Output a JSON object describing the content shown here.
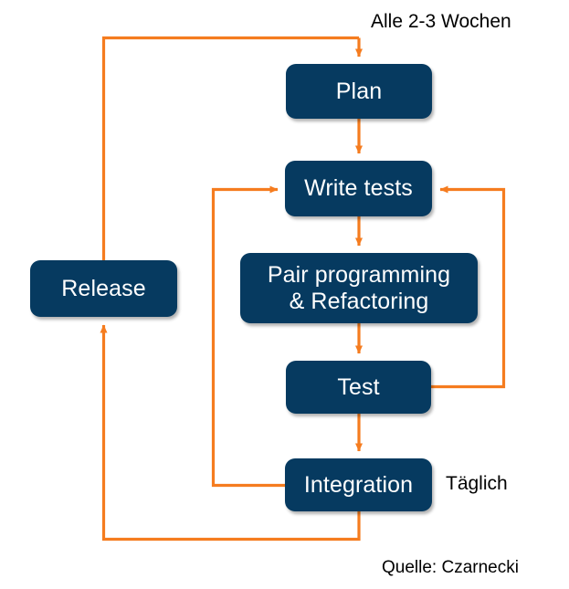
{
  "diagram": {
    "title_text": "Alle 2-3 Wochen",
    "colors": {
      "node_fill": "#063a60",
      "node_text": "#ffffff",
      "connector": "#f57c1f",
      "label_text": "#000000",
      "background": "#ffffff"
    },
    "nodes": [
      {
        "id": "plan",
        "label": "Plan"
      },
      {
        "id": "write_tests",
        "label": "Write tests"
      },
      {
        "id": "pair",
        "label": "Pair programming\n& Refactoring"
      },
      {
        "id": "test",
        "label": "Test"
      },
      {
        "id": "integration",
        "label": "Integration"
      },
      {
        "id": "release",
        "label": "Release"
      }
    ],
    "labels": [
      {
        "id": "cadence_iteration",
        "text": "Alle 2-3 Wochen"
      },
      {
        "id": "cadence_daily",
        "text": "Täglich"
      },
      {
        "id": "source",
        "text": "Quelle: Czarnecki"
      }
    ],
    "flows": [
      {
        "from": "release",
        "to": "plan",
        "kind": "arrow"
      },
      {
        "from": "plan",
        "to": "write_tests",
        "kind": "arrow"
      },
      {
        "from": "write_tests",
        "to": "pair",
        "kind": "arrow"
      },
      {
        "from": "pair",
        "to": "test",
        "kind": "arrow"
      },
      {
        "from": "test",
        "to": "write_tests",
        "kind": "arrow-right-loop"
      },
      {
        "from": "test",
        "to": "integration",
        "kind": "arrow"
      },
      {
        "from": "integration",
        "to": "write_tests",
        "kind": "arrow-left-loop"
      },
      {
        "from": "integration",
        "to": "release",
        "kind": "arrow"
      }
    ]
  }
}
